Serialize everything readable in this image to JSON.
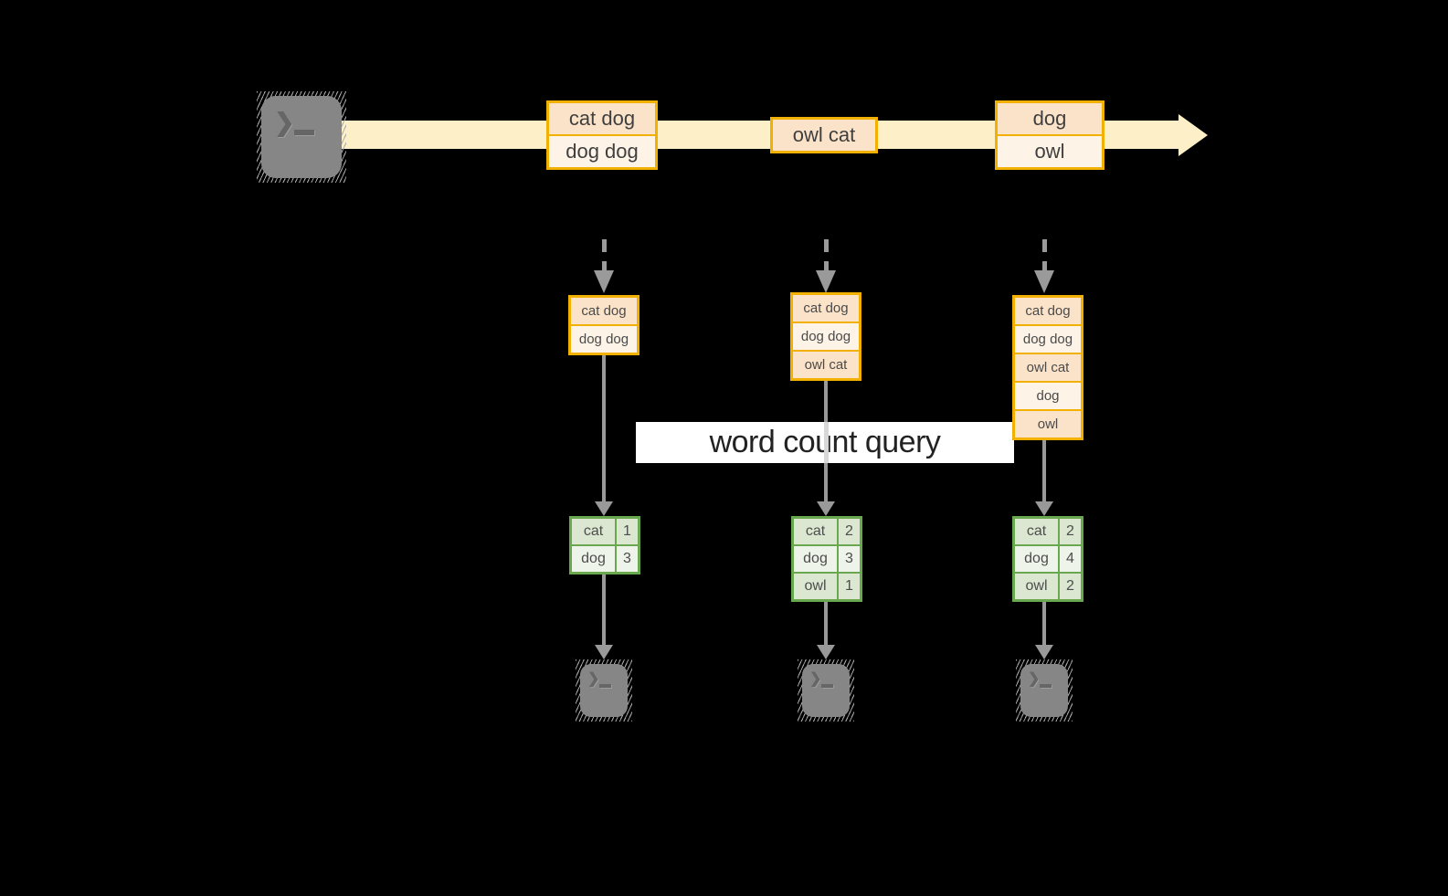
{
  "banner": {
    "label": "word count query"
  },
  "glyphs": {
    "prompt": "❯"
  },
  "colors": {
    "background": "#000000",
    "stream_band": "#fdf0c9",
    "box_border_gold": "#f2b100",
    "row_peach": "#fbe3c9",
    "row_cream": "#fdf3e6",
    "table_border_green": "#6aa84f",
    "table_row_dark": "#dbe7d1",
    "table_row_light": "#eff4ea",
    "arrow_gray": "#9a9a9a",
    "banner_white": "#ffffff"
  },
  "stream": {
    "events": [
      {
        "rows": [
          "cat dog",
          "dog dog"
        ]
      },
      {
        "rows": [
          "owl cat"
        ]
      },
      {
        "rows": [
          "dog",
          "owl"
        ]
      }
    ]
  },
  "columns": [
    {
      "buffer": [
        "cat dog",
        "dog dog"
      ],
      "counts": [
        {
          "word": "cat",
          "count": "1"
        },
        {
          "word": "dog",
          "count": "3"
        }
      ]
    },
    {
      "buffer": [
        "cat dog",
        "dog dog",
        "owl cat"
      ],
      "counts": [
        {
          "word": "cat",
          "count": "2"
        },
        {
          "word": "dog",
          "count": "3"
        },
        {
          "word": "owl",
          "count": "1"
        }
      ]
    },
    {
      "buffer": [
        "cat dog",
        "dog dog",
        "owl cat",
        "dog",
        "owl"
      ],
      "counts": [
        {
          "word": "cat",
          "count": "2"
        },
        {
          "word": "dog",
          "count": "4"
        },
        {
          "word": "owl",
          "count": "2"
        }
      ]
    }
  ]
}
